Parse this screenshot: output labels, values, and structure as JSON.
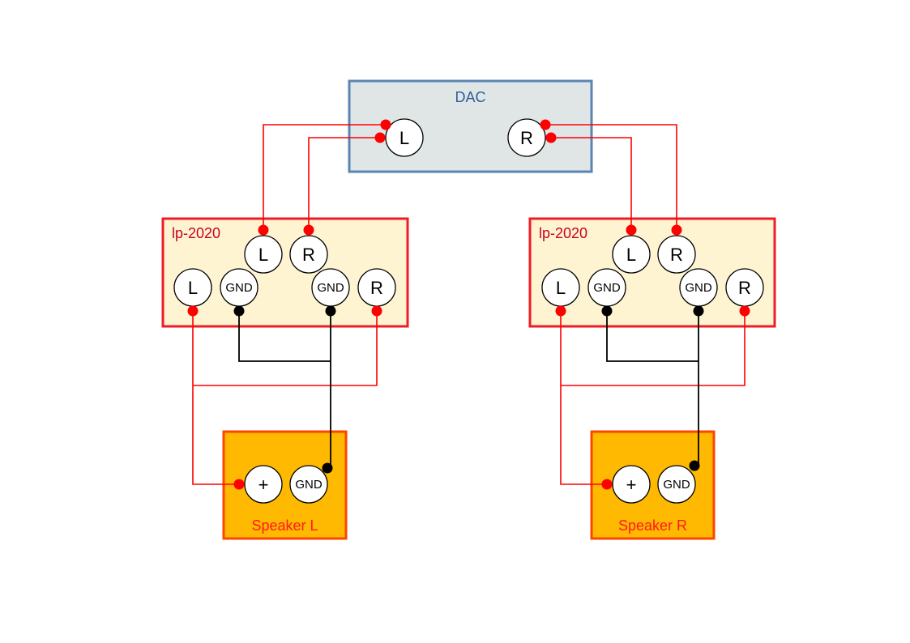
{
  "colors": {
    "dac_fill": "#e0e6e6",
    "dac_stroke": "#5a84b2",
    "dac_text": "#2d5f96",
    "amp_fill": "#fff4d2",
    "amp_stroke": "#ee1c24",
    "amp_text": "#cc0022",
    "speaker_fill": "#ffb900",
    "speaker_stroke": "#ff4500",
    "speaker_text": "#ff1a1a",
    "wire_signal": "#ff0000",
    "wire_ground": "#000000"
  },
  "dac": {
    "title": "DAC",
    "terminals": {
      "left": "L",
      "right": "R"
    }
  },
  "amp_left": {
    "title": "lp-2020",
    "inputs": {
      "left": "L",
      "right": "R"
    },
    "outputs": {
      "left": "L",
      "gnd_a": "GND",
      "gnd_b": "GND",
      "right": "R"
    }
  },
  "amp_right": {
    "title": "lp-2020",
    "inputs": {
      "left": "L",
      "right": "R"
    },
    "outputs": {
      "left": "L",
      "gnd_a": "GND",
      "gnd_b": "GND",
      "right": "R"
    }
  },
  "speaker_left": {
    "title": "Speaker L",
    "terminals": {
      "plus": "+",
      "gnd": "GND"
    }
  },
  "speaker_right": {
    "title": "Speaker R",
    "terminals": {
      "plus": "+",
      "gnd": "GND"
    }
  }
}
